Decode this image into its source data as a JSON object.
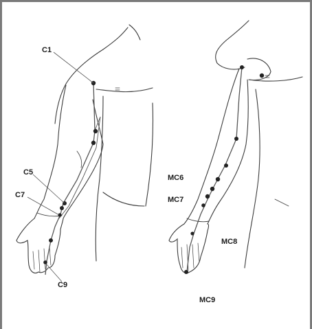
{
  "figure": {
    "labels": {
      "c1": "C1",
      "c5": "C5",
      "c7": "C7",
      "c9": "C9",
      "mc6": "MC6",
      "mc7": "MC7",
      "mc8": "MC8",
      "mc9": "MC9"
    },
    "colors": {
      "outline": "#3a3a3a",
      "meridian_line": "#555555",
      "acupoint": "#222222",
      "border": "#7a7a7a"
    }
  }
}
